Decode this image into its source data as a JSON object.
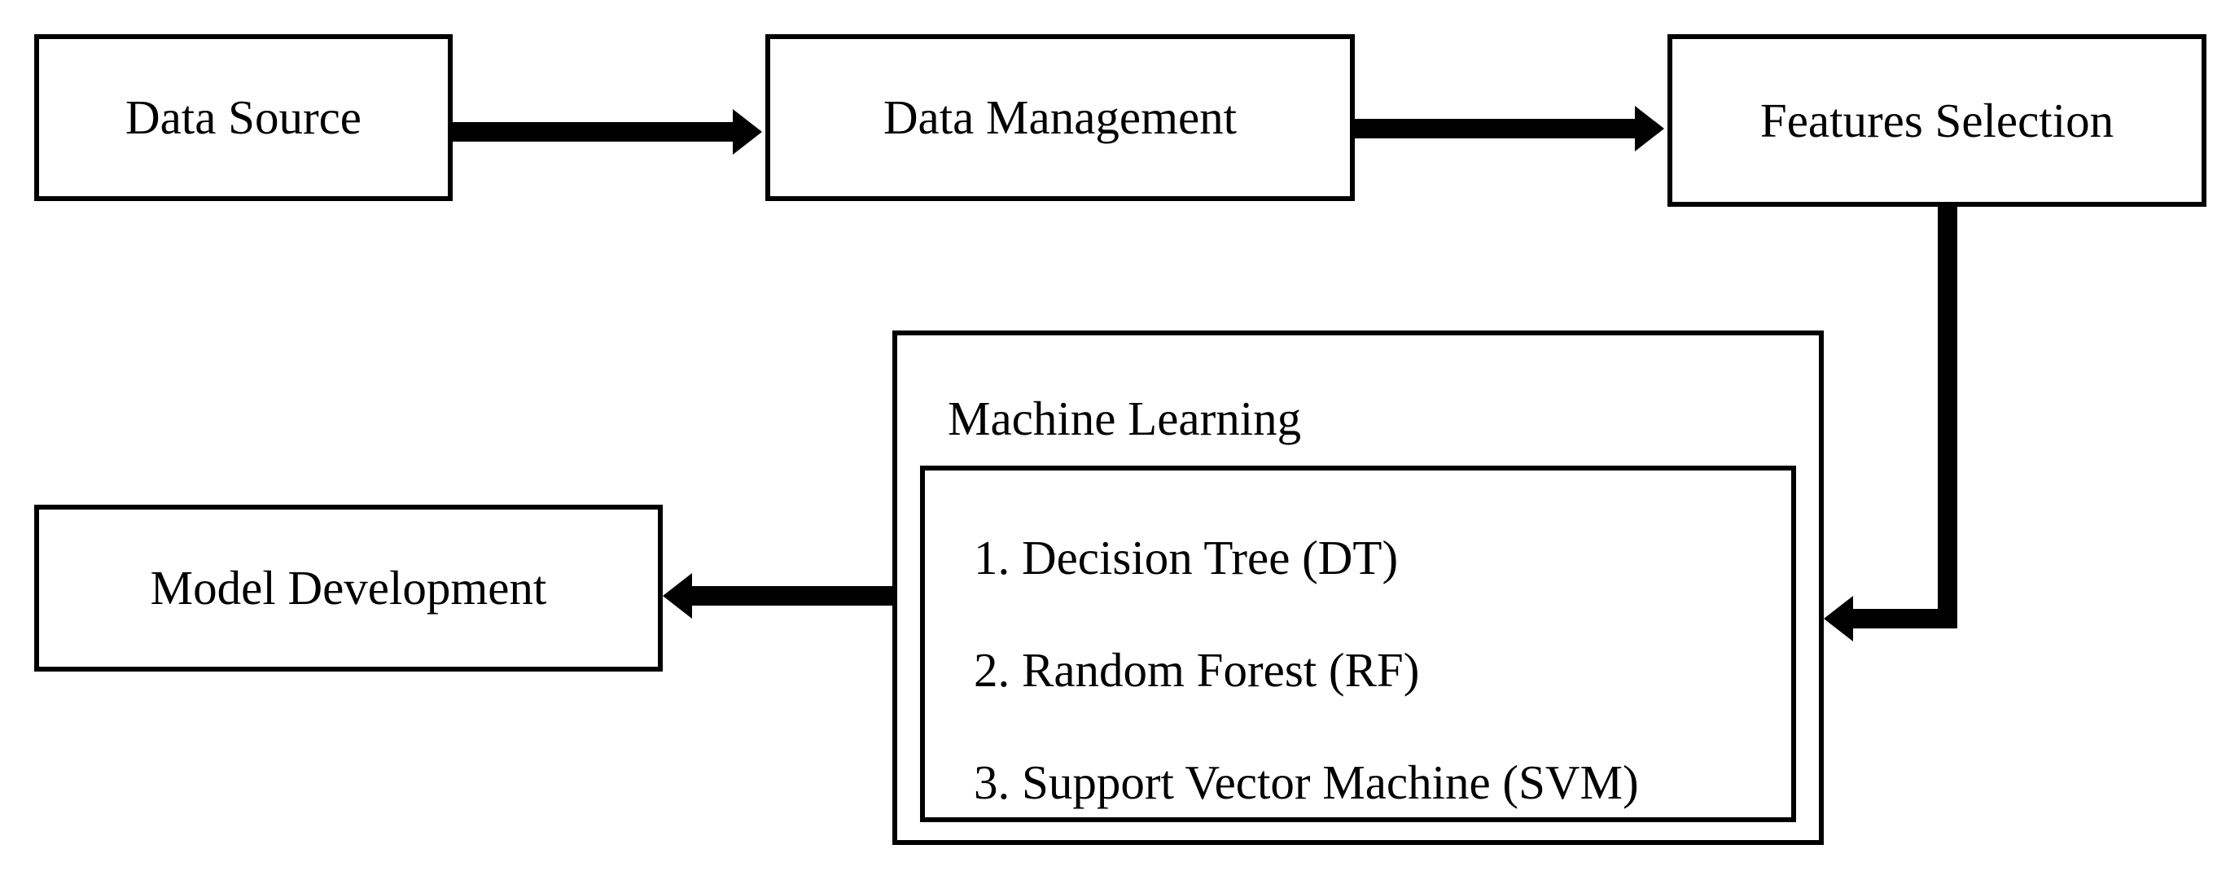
{
  "diagram": {
    "nodes": {
      "data_source": "Data Source",
      "data_management": "Data Management",
      "features_selection": "Features Selection",
      "model_development": "Model Development",
      "machine_learning": {
        "title": "Machine Learning",
        "algorithms": [
          "1. Decision Tree (DT)",
          "2. Random Forest (RF)",
          "3. Support Vector Machine (SVM)"
        ]
      }
    },
    "edges": [
      {
        "from": "Data Source",
        "to": "Data Management"
      },
      {
        "from": "Data Management",
        "to": "Features Selection"
      },
      {
        "from": "Features Selection",
        "to": "Machine Learning"
      },
      {
        "from": "Machine Learning",
        "to": "Model Development"
      }
    ],
    "colors": {
      "stroke": "#000000",
      "background": "#ffffff"
    }
  }
}
